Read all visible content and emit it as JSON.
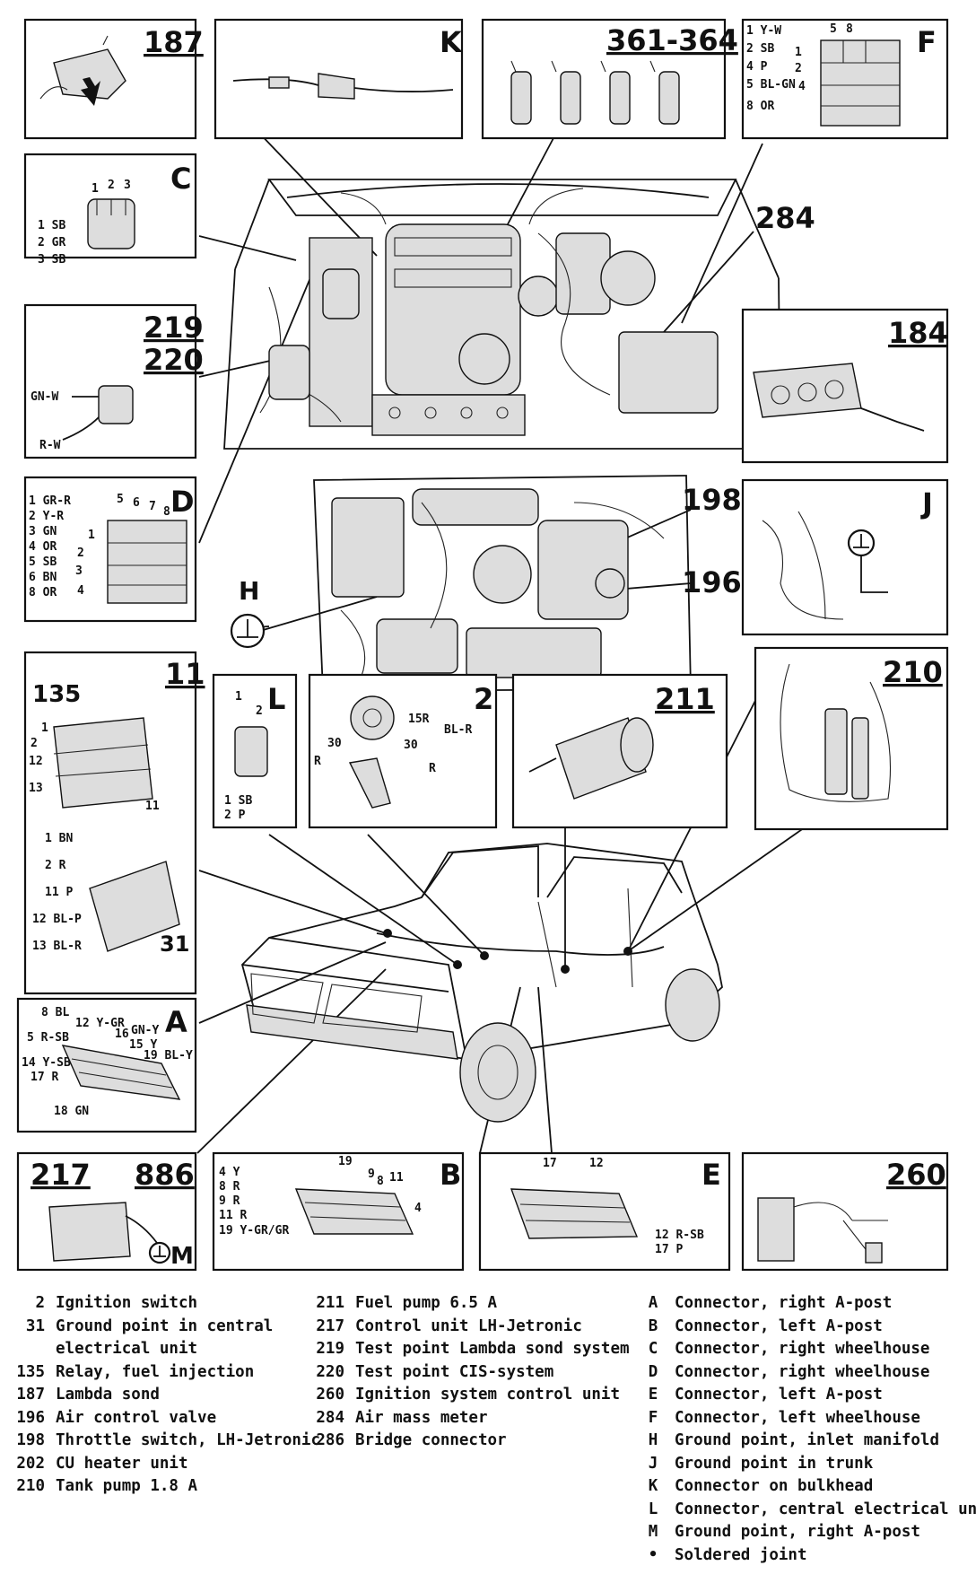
{
  "panels": {
    "p187": {
      "title": "187"
    },
    "pK": {
      "title": "K"
    },
    "p361": {
      "title": "361-364"
    },
    "pF": {
      "title": "F",
      "wires": [
        "1 Y-W",
        "2 SB",
        "4 P",
        "5 BL-GN",
        "8 OR"
      ],
      "pins": [
        "5",
        "8",
        "1",
        "2",
        "4"
      ]
    },
    "pC": {
      "title": "C",
      "wires": [
        "1 SB",
        "2 GR",
        "3 SB"
      ],
      "pins": [
        "1",
        "2",
        "3"
      ]
    },
    "p219": {
      "title1": "219",
      "title2": "220",
      "wire1": "GN-W",
      "wire2": "R-W"
    },
    "p184": {
      "title": "184"
    },
    "pD": {
      "title": "D",
      "wires": [
        "1 GR-R",
        "2 Y-R",
        "3 GN",
        "4 OR",
        "5 SB",
        "6 BN",
        "8 OR"
      ],
      "pins": [
        "5",
        "6",
        "7",
        "8",
        "1",
        "2",
        "3",
        "4"
      ]
    },
    "pJ": {
      "title": "J"
    },
    "p11": {
      "title": "11",
      "label135": "135",
      "pins": [
        "1",
        "2",
        "12",
        "13",
        "11"
      ],
      "wires": [
        "1 BN",
        "2 R",
        "11 P",
        "12 BL-P",
        "13 BL-R"
      ],
      "ground": "31"
    },
    "pL": {
      "title": "L",
      "pins": [
        "1",
        "2"
      ],
      "wires": [
        "1 SB",
        "2 P"
      ]
    },
    "p2": {
      "title": "2",
      "labels": [
        "15R",
        "BL-R",
        "30",
        "30",
        "R",
        "R"
      ]
    },
    "p211": {
      "title": "211"
    },
    "p210": {
      "title": "210"
    },
    "pA": {
      "title": "A",
      "labels": [
        "8 BL",
        "12 Y-GR",
        "5 R-SB",
        "16",
        "GN-Y",
        "15 Y",
        "19 BL-Y",
        "14 Y-SB",
        "17 R",
        "18 GN"
      ]
    },
    "p217": {
      "title1": "217",
      "title2": "886",
      "ground": "M"
    },
    "pB": {
      "title": "B",
      "wires": [
        "4 Y",
        "8 R",
        "9 R",
        "11 R",
        "19 Y-GR/GR"
      ],
      "pins": [
        "19",
        "9",
        "8",
        "11",
        "4"
      ]
    },
    "pE": {
      "title": "E",
      "pins": [
        "17",
        "12"
      ],
      "wires": [
        "12 R-SB",
        "17 P"
      ]
    },
    "p260": {
      "title": "260"
    }
  },
  "callouts": {
    "c284": "284",
    "c198": "198",
    "c196": "196",
    "cH": "H"
  },
  "legend": {
    "col1": [
      {
        "num": "2",
        "text": "Ignition switch"
      },
      {
        "num": "31",
        "text": "Ground point in central"
      },
      {
        "num": "",
        "text": "electrical unit"
      },
      {
        "num": "135",
        "text": "Relay, fuel injection"
      },
      {
        "num": "187",
        "text": "Lambda sond"
      },
      {
        "num": "196",
        "text": "Air control valve"
      },
      {
        "num": "198",
        "text": "Throttle switch, LH-Jetronic"
      },
      {
        "num": "202",
        "text": "CU heater unit"
      },
      {
        "num": "210",
        "text": "Tank pump 1.8 A"
      }
    ],
    "col2": [
      {
        "num": "211",
        "text": "Fuel pump 6.5 A"
      },
      {
        "num": "217",
        "text": "Control unit LH-Jetronic"
      },
      {
        "num": "219",
        "text": "Test point Lambda sond system"
      },
      {
        "num": "220",
        "text": "Test point CIS-system"
      },
      {
        "num": "260",
        "text": "Ignition system control unit"
      },
      {
        "num": "284",
        "text": "Air mass meter"
      },
      {
        "num": "286",
        "text": "Bridge connector"
      }
    ],
    "col3": [
      {
        "num": "A",
        "text": "Connector, right A-post"
      },
      {
        "num": "B",
        "text": "Connector, left A-post"
      },
      {
        "num": "C",
        "text": "Connector, right wheelhouse"
      },
      {
        "num": "D",
        "text": "Connector, right wheelhouse"
      },
      {
        "num": "E",
        "text": "Connector, left A-post"
      },
      {
        "num": "F",
        "text": "Connector, left wheelhouse"
      },
      {
        "num": "H",
        "text": "Ground point, inlet manifold"
      },
      {
        "num": "J",
        "text": "Ground point in trunk"
      },
      {
        "num": "K",
        "text": "Connector on bulkhead"
      },
      {
        "num": "L",
        "text": "Connector, central electrical unit"
      },
      {
        "num": "M",
        "text": "Ground point, right A-post"
      },
      {
        "num": "•",
        "text": "Soldered joint"
      }
    ]
  }
}
